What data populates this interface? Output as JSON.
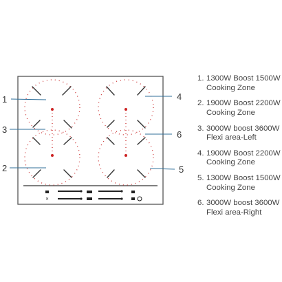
{
  "callouts": [
    {
      "id": "callout-1",
      "label": "1"
    },
    {
      "id": "callout-2",
      "label": "2"
    },
    {
      "id": "callout-3",
      "label": "3"
    },
    {
      "id": "callout-4",
      "label": "4"
    },
    {
      "id": "callout-5",
      "label": "5"
    },
    {
      "id": "callout-6",
      "label": "6"
    }
  ],
  "legend": [
    {
      "num": "1.",
      "line1": "1300W Boost 1500W",
      "line2": "Cooking Zone"
    },
    {
      "num": "2.",
      "line1": "1900W Boost 2200W",
      "line2": "Cooking Zone"
    },
    {
      "num": "3.",
      "line1": "3000W boost 3600W",
      "line2": "Flexi area-Left"
    },
    {
      "num": "4.",
      "line1": "1900W Boost 2200W",
      "line2": "Cooking Zone"
    },
    {
      "num": "5.",
      "line1": "1300W Boost 1500W",
      "line2": "Cooking Zone"
    },
    {
      "num": "6.",
      "line1": "3000W boost 3600W",
      "line2": "Flexi area-Right"
    }
  ],
  "colors": {
    "line": "#2f6f9a",
    "frame": "#555555",
    "zone_marks": "#cc2222"
  }
}
